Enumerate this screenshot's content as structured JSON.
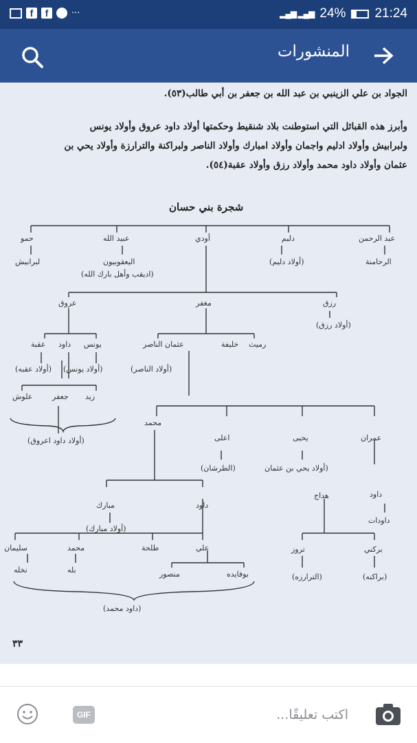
{
  "status_bar": {
    "notification_icons": [
      "image-icon",
      "facebook-icon",
      "facebook-icon",
      "messenger-icon"
    ],
    "more": "···",
    "battery_text": "24%",
    "battery_level": 0.24,
    "time": "21:24"
  },
  "header": {
    "title": "المنشورات",
    "back_icon": "arrow-right-icon",
    "search_icon": "search-icon"
  },
  "document": {
    "para1_line0": "الجواد بن علي الزينبي بن عبد الله بن جعفر بن أبي طالب(٥٣).",
    "para2_line1": "وأبرز هذه القبائل التي استوطنت بلاد شنقيط وحكمتها أولاد داود عروق وأولاد يونس",
    "para2_line2": "ولبرابيش وأولاد ادليم واجمان وأولاد امبارك وأولاد الناصر ولبراكنة والترارزة وأولاد يحي بن",
    "para2_line3": "عثمان وأولاد داود محمد وأولاد رزق وأولاد عقبة(٥٤).",
    "tree_title": "شجرة بني حسان",
    "page_number": "٣٣",
    "tree": {
      "l1": [
        "حمو",
        "عبيد الله",
        "أودي",
        "دليم",
        "عبد الرحمن"
      ],
      "l1_desc": [
        "لبرابيش",
        "اليعقوبيون",
        "(أولاد دليم)",
        "الرحامنة"
      ],
      "yaqubiyun_note": "(اديقب وأهل بارك الله)",
      "l2": [
        "عروق",
        "مغفر",
        "رزق"
      ],
      "rizq_desc": "(أولاد رزق)",
      "uruq_children": [
        "يونس",
        "داود",
        "عقبة"
      ],
      "uruq_desc": [
        "(أولاد يونس)",
        "(أولاد عقبه)"
      ],
      "mughfir_children": [
        "عثمان الناصر",
        "خليفة",
        "رميث"
      ],
      "nasir_desc": "(أولاد الناصر)",
      "dawud_children": [
        "زيد",
        "جعفر",
        "علوش"
      ],
      "dawud_desc": "(أولاد داود اعروق)",
      "uthman_children": [
        "محمد",
        "اعلى",
        "يحيى",
        "عمران"
      ],
      "ali_desc": "(الطرشان)",
      "yahya_desc": "أولاد يحي بن عثمان)",
      "imran_children": [
        "داود",
        "هداج"
      ],
      "dawudat": "داودات",
      "muhammad_children": [
        "مبارك",
        "داود"
      ],
      "mubarak_desc": "(أولاد مبارك)",
      "dawud2_children": [
        "سليمان",
        "محمد",
        "طلحة",
        "علي"
      ],
      "dawud2_desc": [
        "نخله",
        "بله"
      ],
      "ali_children": [
        "منصور",
        "بوفايده"
      ],
      "dawud_muhammad": "(داود محمد)",
      "haddaj_children": [
        "تروز",
        "بركني"
      ],
      "haddaj_desc": [
        "(الترارزه)",
        "(براكنه)"
      ]
    }
  },
  "composer": {
    "placeholder": "اكتب تعليقًا...",
    "gif_label": "GIF",
    "camera_icon": "camera-icon",
    "emoji_icon": "smiley-icon"
  }
}
